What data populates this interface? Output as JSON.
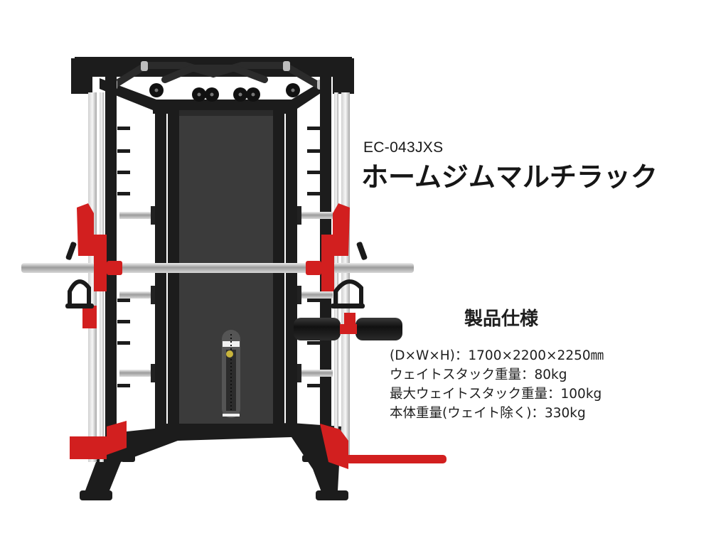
{
  "product": {
    "model_number": "EC-043JXS",
    "name": "ホームジムマルチラック"
  },
  "specifications": {
    "heading": "製品仕様",
    "items": [
      {
        "label": "(D×W×H)：",
        "value": "1700×2200×2250㎜"
      },
      {
        "label": "ウェイトスタック重量：",
        "value": "80kg"
      },
      {
        "label": "最大ウェイトスタック重量：",
        "value": "100kg"
      },
      {
        "label": "本体重量(ウェイト除く)：",
        "value": "330kg"
      }
    ]
  },
  "image": {
    "subject": "multi-function smith machine / home gym rack",
    "colors": {
      "frame": "#1c1c1c",
      "accent": "#d21f1f",
      "chrome": "#c8c8c8",
      "back_panel": "#3a3a3a"
    }
  }
}
